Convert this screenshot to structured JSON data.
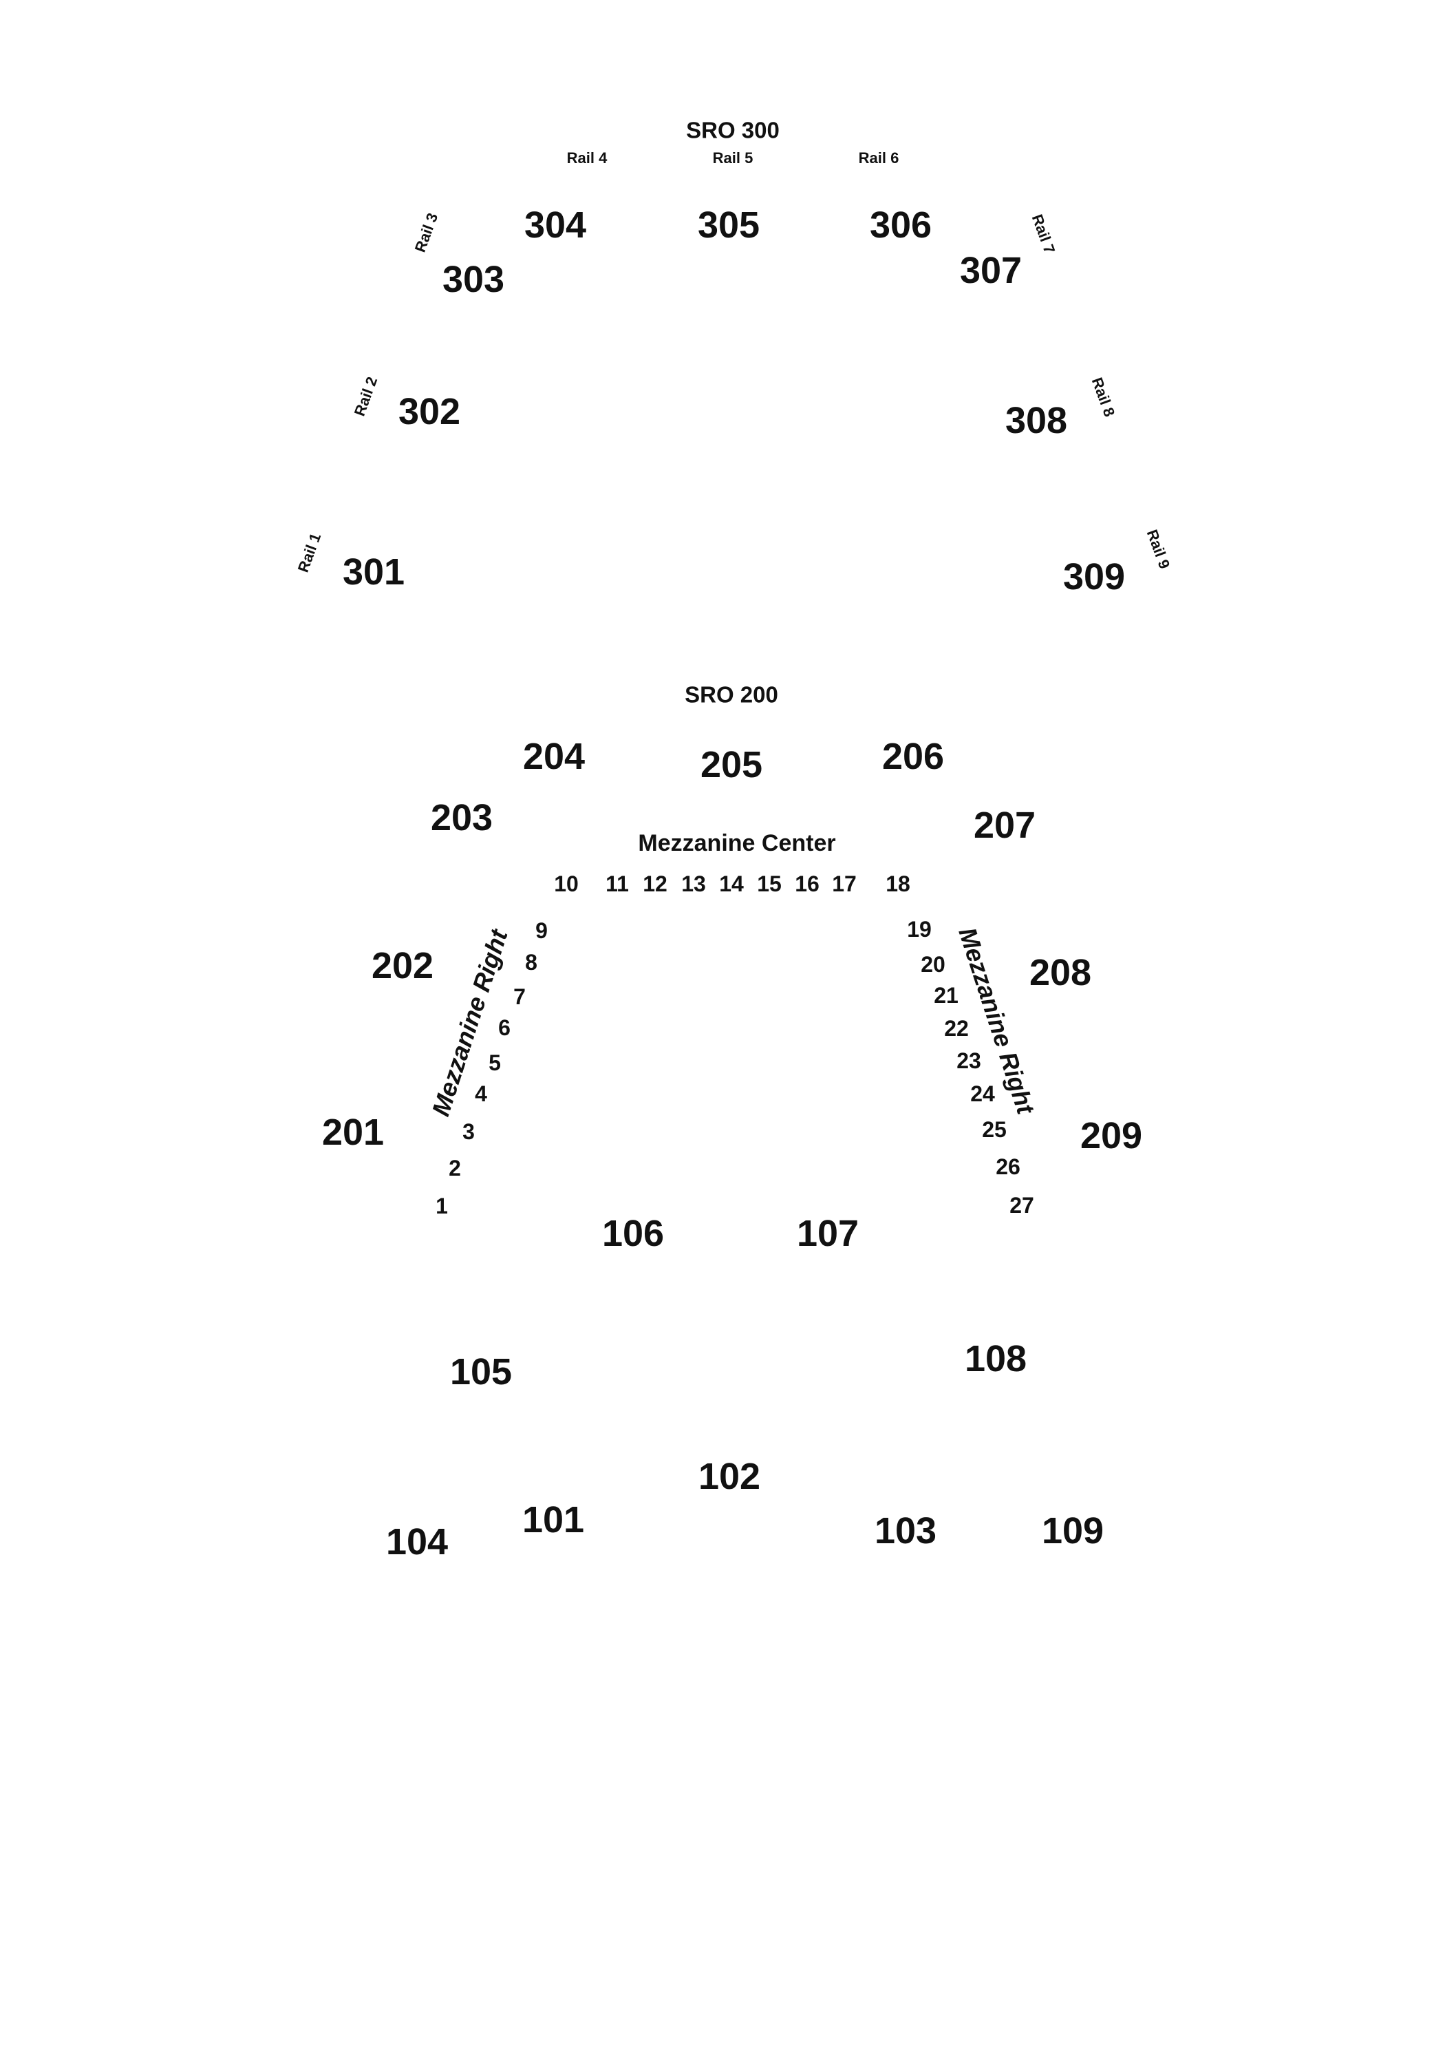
{
  "colors": {
    "text": "#111111",
    "background": "#ffffff"
  },
  "sro": {
    "upper": "SRO 300",
    "mezzanine": "SRO 200"
  },
  "rails": {
    "rail_1": "Rail 1",
    "rail_2": "Rail 2",
    "rail_3": "Rail 3",
    "rail_4": "Rail 4",
    "rail_5": "Rail 5",
    "rail_6": "Rail 6",
    "rail_7": "Rail 7",
    "rail_8": "Rail 8",
    "rail_9": "Rail 9"
  },
  "sections": {
    "s301": "301",
    "s302": "302",
    "s303": "303",
    "s304": "304",
    "s305": "305",
    "s306": "306",
    "s307": "307",
    "s308": "308",
    "s309": "309",
    "s201": "201",
    "s202": "202",
    "s203": "203",
    "s204": "204",
    "s205": "205",
    "s206": "206",
    "s207": "207",
    "s208": "208",
    "s209": "209",
    "s101": "101",
    "s102": "102",
    "s103": "103",
    "s104": "104",
    "s105": "105",
    "s106": "106",
    "s107": "107",
    "s108": "108",
    "s109": "109"
  },
  "mezzanine": {
    "center_label": "Mezzanine Center",
    "left_label": "Mezzanine Right",
    "right_label": "Mezzanine Right",
    "seats": [
      "1",
      "2",
      "3",
      "4",
      "5",
      "6",
      "7",
      "8",
      "9",
      "10",
      "11",
      "12",
      "13",
      "14",
      "15",
      "16",
      "17",
      "18",
      "19",
      "20",
      "21",
      "22",
      "23",
      "24",
      "25",
      "26",
      "27"
    ]
  }
}
